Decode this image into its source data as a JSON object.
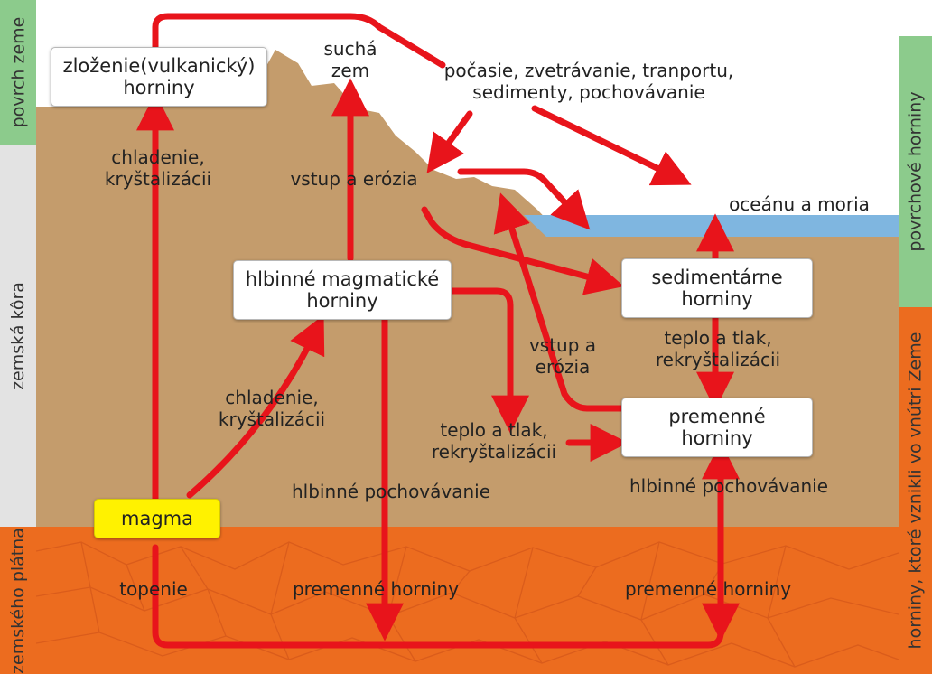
{
  "side_labels": {
    "left_surface": "povrch zeme",
    "left_crust": "zemská kôra",
    "left_mantle": "zemského plátna",
    "right_surface": "povrchové horniny",
    "right_inner": "horniny, ktoré vznikli vo vnútri Zeme"
  },
  "boxes": {
    "volcanic": [
      "zloženie(vulkanický)",
      "horniny"
    ],
    "plutonic": [
      "hlbinné magmatické",
      "horniny"
    ],
    "sedimentary": [
      "sedimentárne",
      "horniny"
    ],
    "metamorphic": [
      "premenné",
      "horniny"
    ],
    "magma": "magma"
  },
  "labels": {
    "dry_land": [
      "suchá",
      "zem"
    ],
    "weathering": [
      "počasie, zvetrávanie, tranportu,",
      "sedimenty, pochovávanie"
    ],
    "ocean": "oceánu a moria",
    "cooling_top": [
      "chladenie,",
      "kryštalizácii"
    ],
    "uplift_erosion": "vstup a erózia",
    "cooling_mid": [
      "chladenie,",
      "kryštalizácii"
    ],
    "uplift_erosion_2": [
      "vstup a",
      "erózia"
    ],
    "heat_pressure_right": [
      "teplo a tlak,",
      "rekryštalizácii"
    ],
    "heat_pressure_mid": [
      "teplo a tlak,",
      "rekryštalizácii"
    ],
    "deep_burial_mid": "hlbinné pochovávanie",
    "deep_burial_right": "hlbinné pochovávanie",
    "melting": "topenie",
    "meta_mantle_mid": "premenné horniny",
    "meta_mantle_right": "premenné horniny"
  },
  "colors": {
    "arrow": "#e8141b",
    "ground": "#c49c6c",
    "mantle": "#ec6c1f",
    "water": "#7fb6e0",
    "side_green": "#8ccb8c",
    "side_grey": "#e3e3e3",
    "side_orange": "#ec6c1f",
    "magma_fill": "#fff200"
  }
}
